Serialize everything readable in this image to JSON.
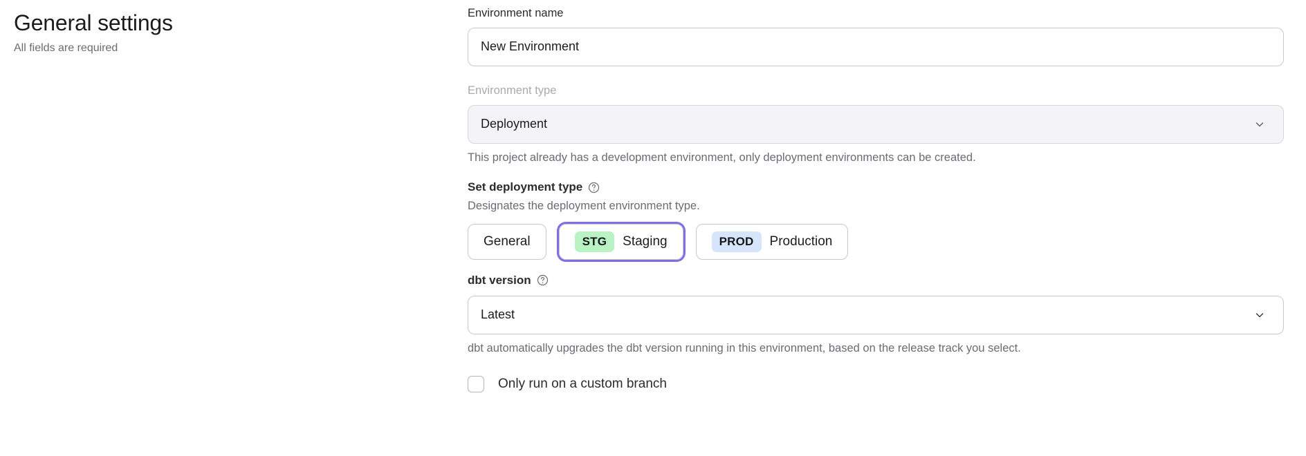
{
  "header": {
    "title": "General settings",
    "subtitle": "All fields are required"
  },
  "form": {
    "environment_name": {
      "label": "Environment name",
      "value": "New Environment",
      "placeholder": "Environment name"
    },
    "environment_type": {
      "label": "Environment type",
      "value": "Deployment",
      "disabled": true,
      "icon": "chevron-down-icon",
      "help": "This project already has a development environment, only deployment environments can be created."
    },
    "deployment_type": {
      "label": "Set deployment type",
      "help_icon": "question-circle-icon",
      "description": "Designates the deployment environment type.",
      "options": [
        {
          "badge": "",
          "label": "General",
          "selected": false,
          "badge_color": ""
        },
        {
          "badge": "STG",
          "label": "Staging",
          "selected": true,
          "badge_color": "#b9f2c3"
        },
        {
          "badge": "PROD",
          "label": "Production",
          "selected": false,
          "badge_color": "#d6e5fb"
        }
      ],
      "selected_value": "Staging"
    },
    "dbt_version": {
      "label": "dbt version",
      "help_icon": "question-circle-icon",
      "value": "Latest",
      "icon": "chevron-down-icon",
      "help": "dbt automatically upgrades the dbt version running in this environment, based on the release track you select."
    },
    "custom_branch": {
      "label": "Only run on a custom branch",
      "checked": false
    }
  },
  "colors": {
    "focus_ring": "#7c6fe8",
    "staging_badge": "#b9f2c3",
    "production_badge": "#d6e5fb",
    "muted_text": "#6b6b72"
  }
}
